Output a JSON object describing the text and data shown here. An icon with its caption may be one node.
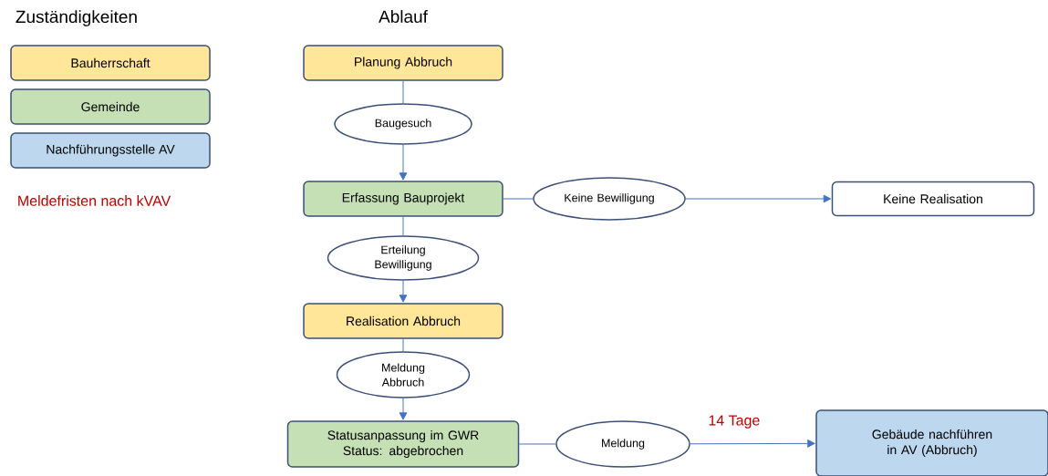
{
  "diagram": {
    "title": "Ablauf",
    "nodes": [
      {
        "text": [
          "Planung Abbruch"
        ]
      },
      {
        "text": [
          "Baugesuch"
        ]
      },
      {
        "text": [
          "Erfassung Bauprojekt"
        ]
      },
      {
        "text": [
          "Keine Bewilligung"
        ]
      },
      {
        "text": [
          "Keine Realisation"
        ]
      },
      {
        "text": [
          "Erteilung Bewilligung"
        ]
      },
      {
        "text": [
          "Realisation Abbruch"
        ]
      },
      {
        "text": [
          "Meldung Abbruch"
        ]
      },
      {
        "text": [
          "Statusanpassung im GWR Status: abgebrochen"
        ]
      },
      {
        "text": [
          "Meldung"
        ]
      },
      {
        "text": [
          "Gebäude nachführen in AV (Abbruch)"
        ]
      }
    ],
    "edges": [
      {
        "from": 0,
        "to": 1,
        "arrow": "none"
      },
      {
        "from": 1,
        "to": 2,
        "arrow": "to"
      },
      {
        "from": 2,
        "to": 3,
        "arrow": "none"
      },
      {
        "from": 3,
        "to": 4,
        "arrow": "to"
      },
      {
        "from": 2,
        "to": 5,
        "arrow": "none"
      },
      {
        "from": 5,
        "to": 6,
        "arrow": "to"
      },
      {
        "from": 6,
        "to": 7,
        "arrow": "none"
      },
      {
        "from": 7,
        "to": 8,
        "arrow": "to"
      },
      {
        "from": 8,
        "to": 9,
        "arrow": "none"
      },
      {
        "from": 9,
        "to": 10,
        "arrow": "to",
        "label": "14 Tage"
      }
    ],
    "labels": [
      "Zuständigkeiten",
      "Meldefristen nach kVAV"
    ],
    "legend": [
      {
        "text": "Bauherrschaft",
        "color": "#ffe699"
      },
      {
        "text": "Gemeinde",
        "color": "#c5e0b4"
      },
      {
        "text": "Nachführungsstelle AV",
        "color": "#bdd7ee"
      }
    ]
  }
}
